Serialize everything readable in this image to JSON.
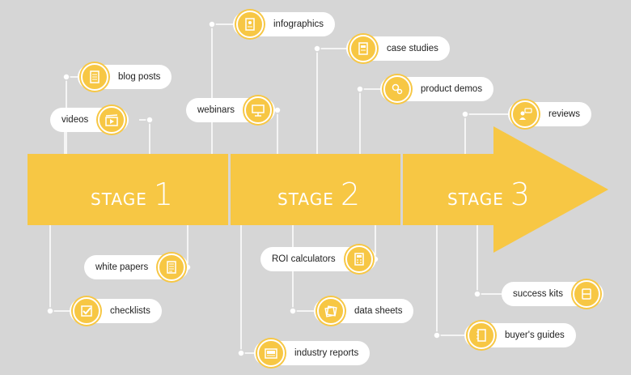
{
  "stages": [
    {
      "word": "STAGE",
      "number": "1"
    },
    {
      "word": "STAGE",
      "number": "2"
    },
    {
      "word": "STAGE",
      "number": "3"
    }
  ],
  "items": {
    "infographics": "infographics",
    "case_studies": "case studies",
    "blog_posts": "blog posts",
    "product_demos": "product demos",
    "videos": "videos",
    "webinars": "webinars",
    "reviews": "reviews",
    "white_papers": "white papers",
    "roi_calculators": "ROI calculators",
    "success_kits": "success kits",
    "checklists": "checklists",
    "data_sheets": "data sheets",
    "buyers_guides": "buyer's guides",
    "industry_reports": "industry reports"
  },
  "colors": {
    "accent": "#f7c744",
    "background": "#d6d6d6",
    "line": "#ffffff"
  }
}
